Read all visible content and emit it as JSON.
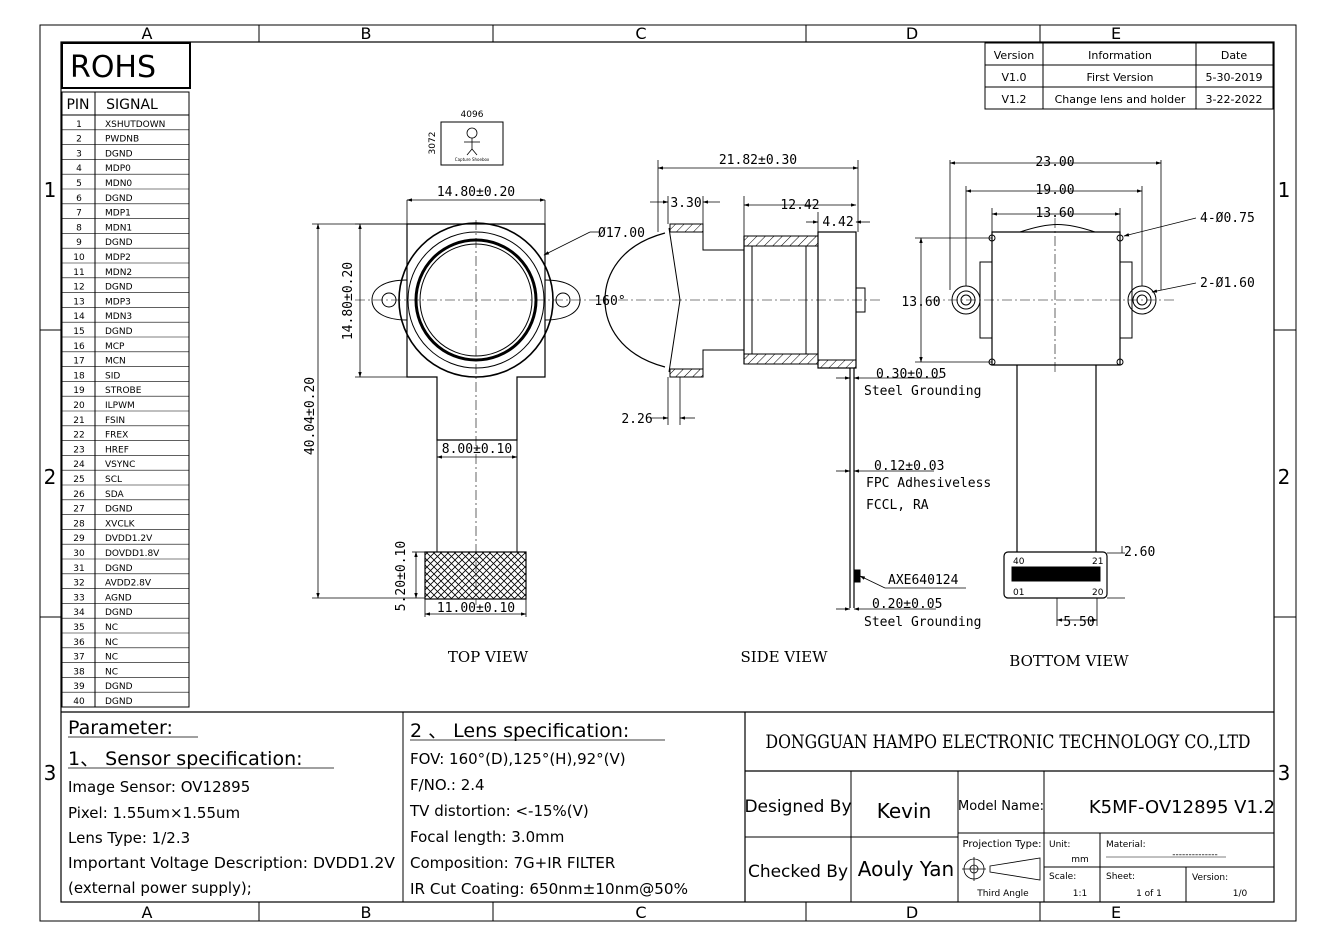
{
  "zone_letters": [
    "A",
    "B",
    "C",
    "D",
    "E"
  ],
  "zone_numbers": [
    "1",
    "2",
    "3"
  ],
  "rohs": "ROHS",
  "pin_header": {
    "pin": "PIN",
    "signal": "SIGNAL"
  },
  "pins": [
    {
      "n": "1",
      "s": "XSHUTDOWN"
    },
    {
      "n": "2",
      "s": "PWDNB"
    },
    {
      "n": "3",
      "s": "DGND"
    },
    {
      "n": "4",
      "s": "MDP0"
    },
    {
      "n": "5",
      "s": "MDN0"
    },
    {
      "n": "6",
      "s": "DGND"
    },
    {
      "n": "7",
      "s": "MDP1"
    },
    {
      "n": "8",
      "s": "MDN1"
    },
    {
      "n": "9",
      "s": "DGND"
    },
    {
      "n": "10",
      "s": "MDP2"
    },
    {
      "n": "11",
      "s": "MDN2"
    },
    {
      "n": "12",
      "s": "DGND"
    },
    {
      "n": "13",
      "s": "MDP3"
    },
    {
      "n": "14",
      "s": "MDN3"
    },
    {
      "n": "15",
      "s": "DGND"
    },
    {
      "n": "16",
      "s": "MCP"
    },
    {
      "n": "17",
      "s": "MCN"
    },
    {
      "n": "18",
      "s": "SID"
    },
    {
      "n": "19",
      "s": "STROBE"
    },
    {
      "n": "20",
      "s": "ILPWM"
    },
    {
      "n": "21",
      "s": "FSIN"
    },
    {
      "n": "22",
      "s": "FREX"
    },
    {
      "n": "23",
      "s": "HREF"
    },
    {
      "n": "24",
      "s": "VSYNC"
    },
    {
      "n": "25",
      "s": "SCL"
    },
    {
      "n": "26",
      "s": "SDA"
    },
    {
      "n": "27",
      "s": "DGND"
    },
    {
      "n": "28",
      "s": "XVCLK"
    },
    {
      "n": "29",
      "s": "DVDD1.2V"
    },
    {
      "n": "30",
      "s": "DOVDD1.8V"
    },
    {
      "n": "31",
      "s": "DGND"
    },
    {
      "n": "32",
      "s": "AVDD2.8V"
    },
    {
      "n": "33",
      "s": "AGND"
    },
    {
      "n": "34",
      "s": "DGND"
    },
    {
      "n": "35",
      "s": "NC"
    },
    {
      "n": "36",
      "s": "NC"
    },
    {
      "n": "37",
      "s": "NC"
    },
    {
      "n": "38",
      "s": "NC"
    },
    {
      "n": "39",
      "s": "DGND"
    },
    {
      "n": "40",
      "s": "DGND"
    }
  ],
  "revisions": {
    "headers": [
      "Version",
      "Information",
      "Date"
    ],
    "rows": [
      [
        "V1.0",
        "First Version",
        "5-30-2019"
      ],
      [
        "V1.2",
        "Change lens and holder",
        "3-22-2022"
      ]
    ]
  },
  "resolution": {
    "w": "4096",
    "h": "3072",
    "caption": "Capture Shoebox"
  },
  "top_view": {
    "label": "TOP VIEW",
    "d_width": "14.80±0.20",
    "d_height": "14.80±0.20",
    "d_total": "40.04±0.20",
    "d_fpc": "8.00±0.10",
    "d_conn_h": "5.20±0.10",
    "d_conn_w": "11.00±0.10",
    "d_lens": "Ø17.00"
  },
  "side_view": {
    "label": "SIDE VIEW",
    "d_total": "21.82±0.30",
    "d_a": "3.30",
    "d_b": "12.42",
    "d_c": "4.42",
    "angle": "160°",
    "d_d": "2.26",
    "d_e": "0.30±0.05",
    "note_e": "Steel Grounding",
    "d_f": "0.12±0.03",
    "note_f1": "FPC Adhesiveless",
    "note_f2": "FCCL, RA",
    "part": "AXE640124",
    "d_g": "0.20±0.05",
    "note_g": "Steel Grounding"
  },
  "bottom_view": {
    "label": "BOTTOM VIEW",
    "d1": "23.00",
    "d2": "19.00",
    "d3": "13.60",
    "d4": "13.60",
    "holes1": "4-Ø0.75",
    "holes2": "2-Ø1.60",
    "c40": "40",
    "c21": "21",
    "c01": "01",
    "c20": "20",
    "d_conn": "2.60",
    "d_pitch": "5.50"
  },
  "params": {
    "title": "Parameter:",
    "sec1": "1、 Sensor specification:",
    "lines1": [
      "Image Sensor: OV12895",
      "Pixel: 1.55um×1.55um",
      "Lens Type: 1/2.3",
      "Important Voltage Description: DVDD1.2V",
      "(external power supply);"
    ],
    "sec2": "2 、 Lens specification:",
    "lines2": [
      "FOV: 160°(D),125°(H),92°(V)",
      "F/NO.: 2.4",
      "TV distortion: <-15%(V)",
      "Focal length: 3.0mm",
      "Composition: 7G+IR FILTER",
      "IR Cut Coating: 650nm±10nm@50%"
    ]
  },
  "title_block": {
    "company": "DONGGUAN HAMPO ELECTRONIC TECHNOLOGY CO.,LTD",
    "designed_label": "Designed By",
    "designed": "Kevin",
    "checked_label": "Checked By",
    "checked": "Aouly Yan",
    "model_label": "Model Name:",
    "model": "K5MF-OV12895 V1.2",
    "projection_label": "Projection Type:",
    "projection": "Third Angle",
    "unit_label": "Unit:",
    "unit": "mm",
    "material_label": "Material:",
    "material": "--------------",
    "scale_label": "Scale:",
    "scale": "1:1",
    "sheet_label": "Sheet:",
    "sheet": "1 of 1",
    "version_label": "Version:",
    "version": "1/0"
  }
}
